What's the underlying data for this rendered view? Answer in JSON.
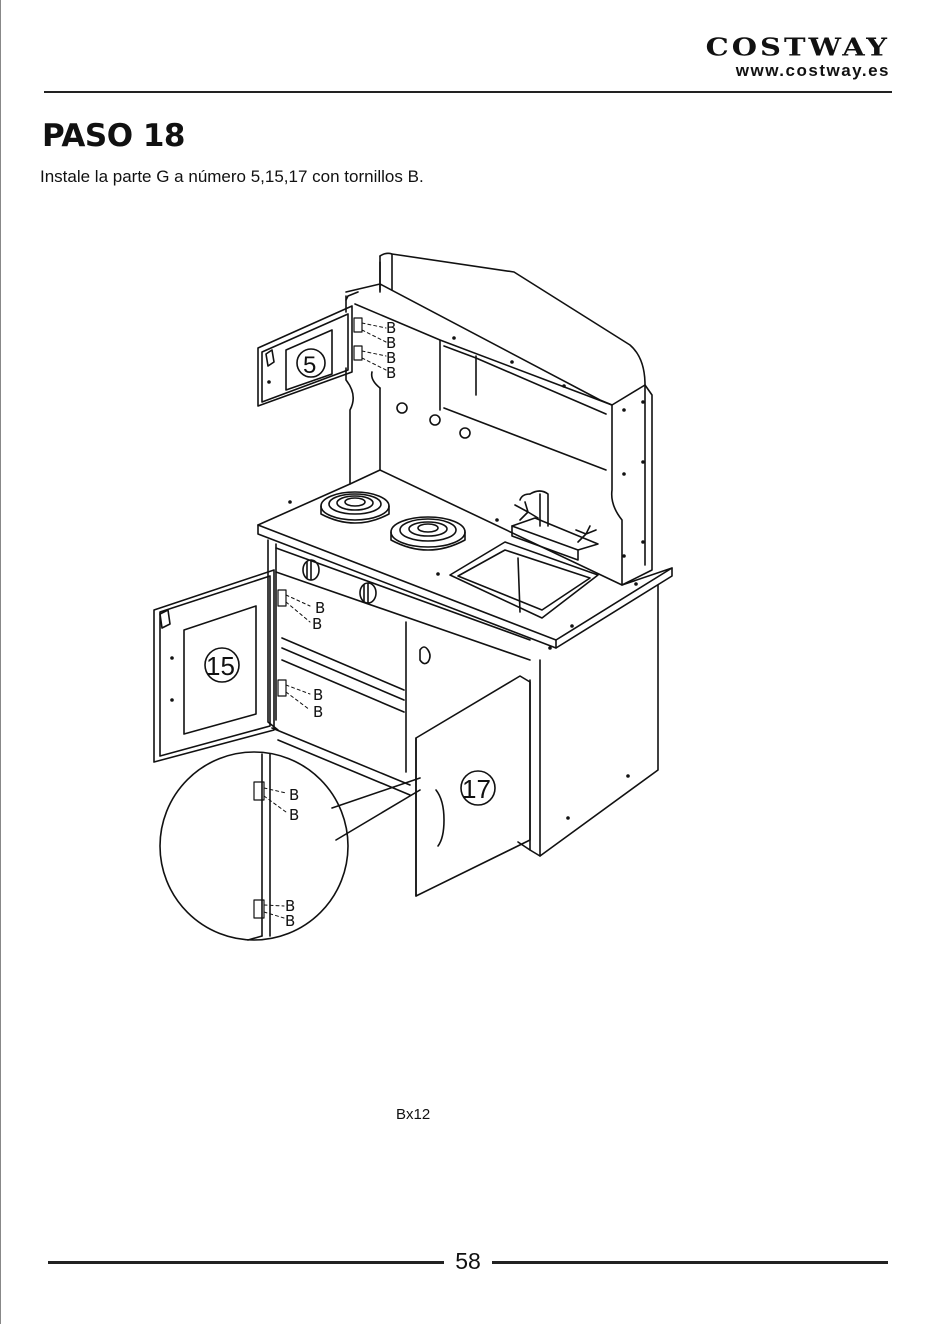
{
  "header": {
    "brand": "COSTWAY",
    "url": "www.costway.es"
  },
  "step": {
    "title": "PASO 18",
    "instruction": "Instale la parte G a número 5,15,17 con tornillos B."
  },
  "illustration": {
    "part_labels": [
      "5",
      "15",
      "17"
    ],
    "screw_label": "B"
  },
  "screw_count": "Bx12",
  "footer": {
    "page_number": "58"
  }
}
